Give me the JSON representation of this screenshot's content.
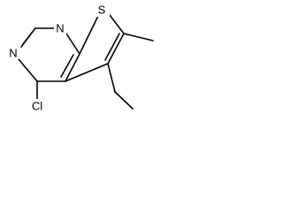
{
  "molecule": {
    "atoms": {
      "S": "S",
      "N_top": "N",
      "N_left": "N",
      "Cl": "Cl"
    }
  }
}
